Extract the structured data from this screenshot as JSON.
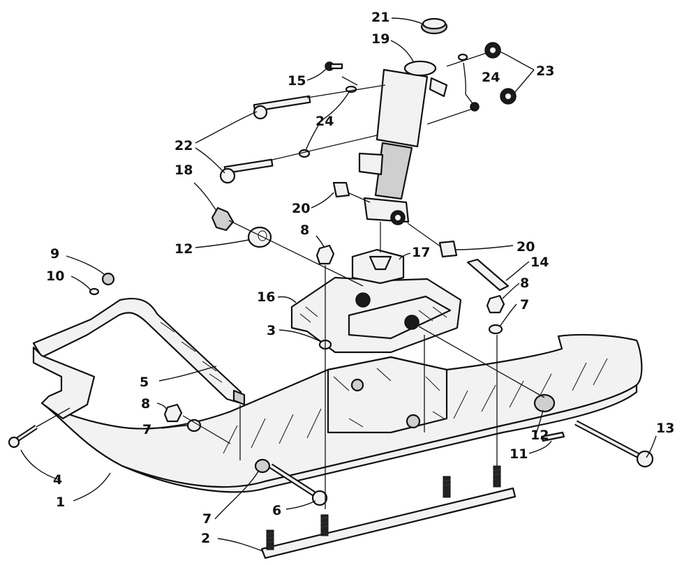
{
  "callouts": {
    "c1": "1",
    "c2": "2",
    "c3": "3",
    "c4": "4",
    "c5": "5",
    "c6": "6",
    "c7a": "7",
    "c7b": "7",
    "c7c": "7",
    "c8a": "8",
    "c8b": "8",
    "c8c": "8",
    "c9": "9",
    "c10": "10",
    "c11": "11",
    "c12a": "12",
    "c12b": "12",
    "c13": "13",
    "c14": "14",
    "c15": "15",
    "c16": "16",
    "c17": "17",
    "c18": "18",
    "c19": "19",
    "c20a": "20",
    "c20b": "20",
    "c21": "21",
    "c22": "22",
    "c23": "23",
    "c24a": "24",
    "c24b": "24"
  }
}
